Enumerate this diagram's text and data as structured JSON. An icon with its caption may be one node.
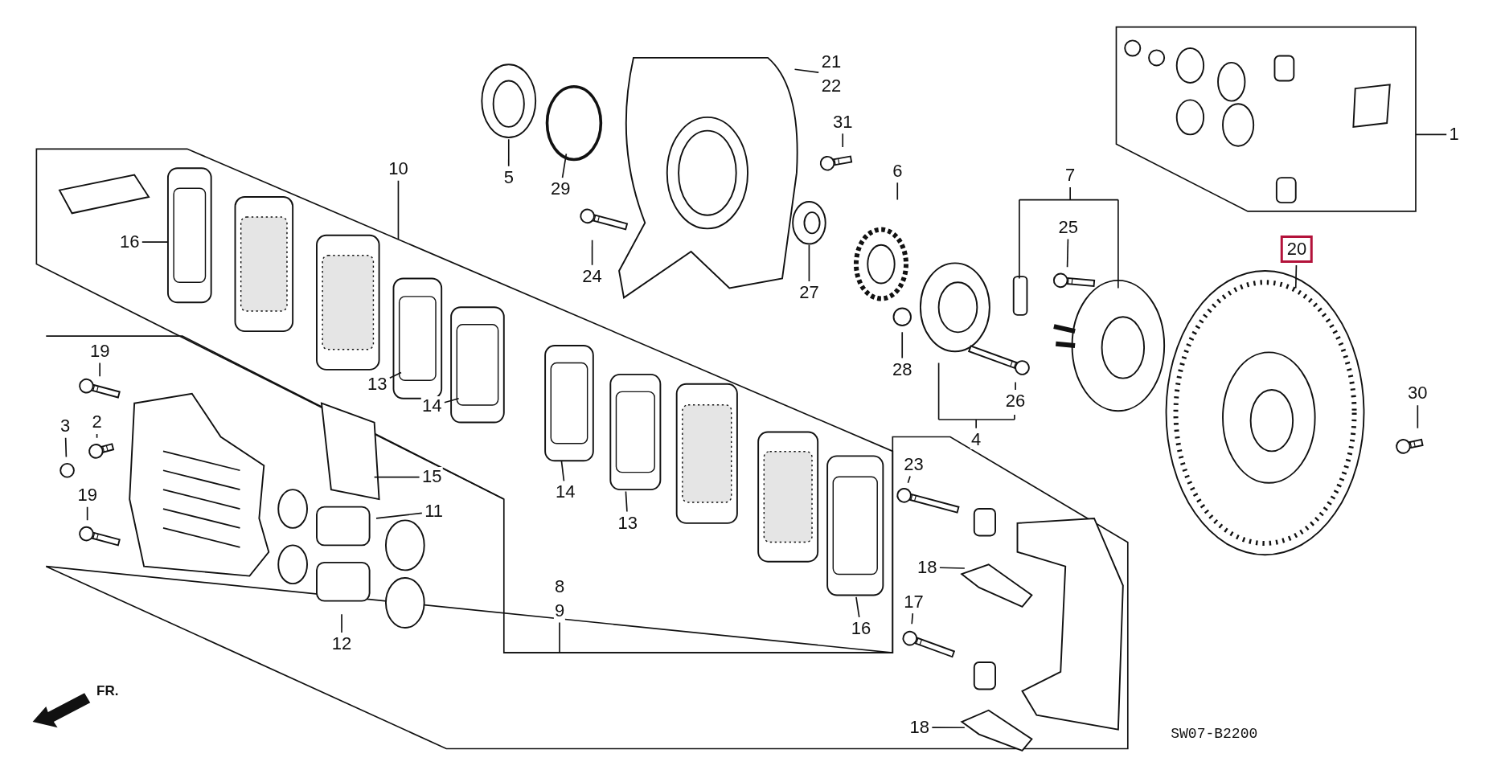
{
  "diagram": {
    "nodes": [
      {
        "text": [
          "21",
          "22"
        ]
      },
      {
        "text": [
          "5"
        ]
      },
      {
        "text": [
          "29"
        ]
      },
      {
        "text": [
          "1"
        ]
      },
      {
        "text": [
          "31"
        ]
      },
      {
        "text": [
          "6"
        ]
      },
      {
        "text": [
          "7"
        ]
      },
      {
        "text": [
          "10"
        ]
      },
      {
        "text": [
          "20"
        ]
      },
      {
        "text": [
          "25"
        ]
      },
      {
        "text": [
          "16"
        ]
      },
      {
        "text": [
          "24"
        ]
      },
      {
        "text": [
          "27"
        ]
      },
      {
        "text": [
          "19"
        ]
      },
      {
        "text": [
          "28"
        ]
      },
      {
        "text": [
          "13"
        ]
      },
      {
        "text": [
          "30"
        ]
      },
      {
        "text": [
          "26"
        ]
      },
      {
        "text": [
          "14"
        ]
      },
      {
        "text": [
          "2"
        ]
      },
      {
        "text": [
          "3"
        ]
      },
      {
        "text": [
          "4"
        ]
      },
      {
        "text": [
          "23"
        ]
      },
      {
        "text": [
          "15"
        ]
      },
      {
        "text": [
          "14"
        ]
      },
      {
        "text": [
          "19"
        ]
      },
      {
        "text": [
          "11"
        ]
      },
      {
        "text": [
          "13"
        ]
      },
      {
        "text": [
          "18"
        ]
      },
      {
        "text": [
          "17"
        ]
      },
      {
        "text": [
          "8",
          "9"
        ]
      },
      {
        "text": [
          "16"
        ]
      },
      {
        "text": [
          "12"
        ]
      },
      {
        "text": [
          "18"
        ]
      }
    ],
    "edges": [
      {
        "from": 0,
        "to": null,
        "arrow": "none"
      },
      {
        "from": 1,
        "to": null,
        "arrow": "none"
      },
      {
        "from": 2,
        "to": null,
        "arrow": "none"
      },
      {
        "from": 3,
        "to": null,
        "arrow": "none"
      },
      {
        "from": 4,
        "to": null,
        "arrow": "none"
      },
      {
        "from": 5,
        "to": null,
        "arrow": "none"
      },
      {
        "from": 6,
        "to": null,
        "arrow": "none"
      },
      {
        "from": 7,
        "to": null,
        "arrow": "none"
      },
      {
        "from": 8,
        "to": null,
        "arrow": "none"
      },
      {
        "from": 9,
        "to": null,
        "arrow": "none"
      },
      {
        "from": 10,
        "to": null,
        "arrow": "none"
      },
      {
        "from": 11,
        "to": null,
        "arrow": "none"
      },
      {
        "from": 12,
        "to": null,
        "arrow": "none"
      },
      {
        "from": 13,
        "to": null,
        "arrow": "none"
      },
      {
        "from": 14,
        "to": null,
        "arrow": "none"
      },
      {
        "from": 15,
        "to": null,
        "arrow": "none"
      },
      {
        "from": 16,
        "to": null,
        "arrow": "none"
      },
      {
        "from": 17,
        "to": null,
        "arrow": "none"
      },
      {
        "from": 18,
        "to": null,
        "arrow": "none"
      },
      {
        "from": 19,
        "to": null,
        "arrow": "none"
      },
      {
        "from": 20,
        "to": null,
        "arrow": "none"
      },
      {
        "from": 21,
        "to": null,
        "arrow": "none"
      },
      {
        "from": 22,
        "to": null,
        "arrow": "none"
      },
      {
        "from": 23,
        "to": null,
        "arrow": "none"
      },
      {
        "from": 24,
        "to": null,
        "arrow": "none"
      },
      {
        "from": 25,
        "to": null,
        "arrow": "none"
      },
      {
        "from": 26,
        "to": null,
        "arrow": "none"
      },
      {
        "from": 27,
        "to": null,
        "arrow": "none"
      },
      {
        "from": 28,
        "to": null,
        "arrow": "none"
      },
      {
        "from": 29,
        "to": null,
        "arrow": "none"
      },
      {
        "from": 30,
        "to": null,
        "arrow": "none"
      },
      {
        "from": 31,
        "to": null,
        "arrow": "none"
      },
      {
        "from": 32,
        "to": null,
        "arrow": "none"
      },
      {
        "from": 33,
        "to": null,
        "arrow": "none"
      }
    ],
    "labels": [
      "FR.",
      "SW07-B2200"
    ]
  }
}
